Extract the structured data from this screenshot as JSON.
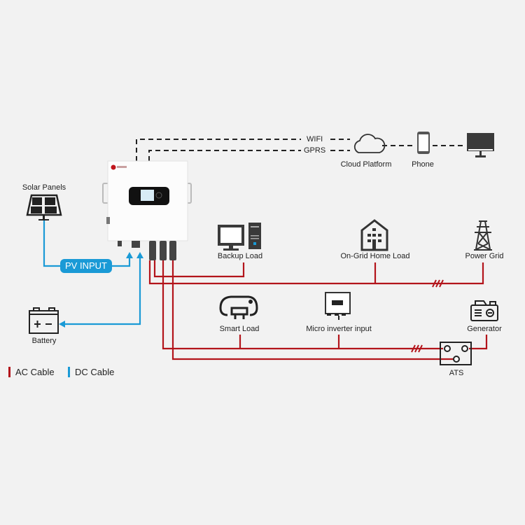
{
  "colors": {
    "ac": "#b3141b",
    "dc": "#1a9ad6",
    "background": "#f2f2f2",
    "icon": "#333333"
  },
  "communication": {
    "wifi": "WIFI",
    "gprs": "GPRS",
    "cloud": "Cloud Platform",
    "phone": "Phone"
  },
  "nodes": {
    "solar_panels": "Solar Panels",
    "pv_input": "PV INPUT",
    "battery": "Battery",
    "backup_load": "Backup Load",
    "on_grid_home_load": "On-Grid Home Load",
    "power_grid": "Power Grid",
    "smart_load": "Smart Load",
    "micro_inverter": "Micro inverter input",
    "generator": "Generator",
    "ats": "ATS"
  },
  "legend": [
    {
      "label": "AC Cable",
      "color": "#b3141b"
    },
    {
      "label": "DC Cable",
      "color": "#1a9ad6"
    }
  ]
}
